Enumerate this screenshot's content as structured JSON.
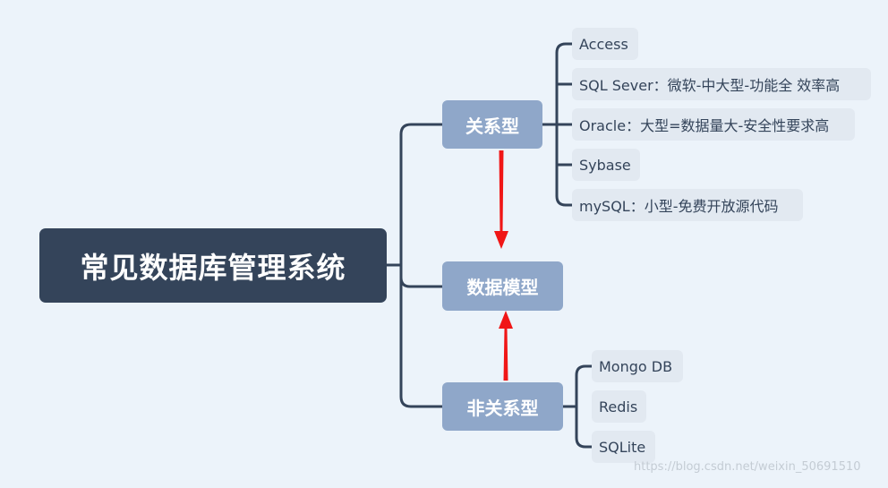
{
  "root": {
    "label": "常见数据库管理系统"
  },
  "branches": {
    "relational": {
      "label": "关系型",
      "items": [
        "Access",
        "SQL Sever：微软-中大型-功能全 效率高",
        "Oracle：大型=数据量大-安全性要求高",
        "Sybase",
        "mySQL：小型-免费开放源代码"
      ]
    },
    "model": {
      "label": "数据模型"
    },
    "nonrelational": {
      "label": "非关系型",
      "items": [
        "Mongo DB",
        "Redis",
        "SQLite"
      ]
    }
  },
  "colors": {
    "background": "#ecf3fa",
    "root": "#34445a",
    "branch": "#8fa7c9",
    "leaf": "#e2e9f1",
    "connector": "#34445a",
    "arrow": "#f01616"
  },
  "watermark": "https://blog.csdn.net/weixin_50691510"
}
